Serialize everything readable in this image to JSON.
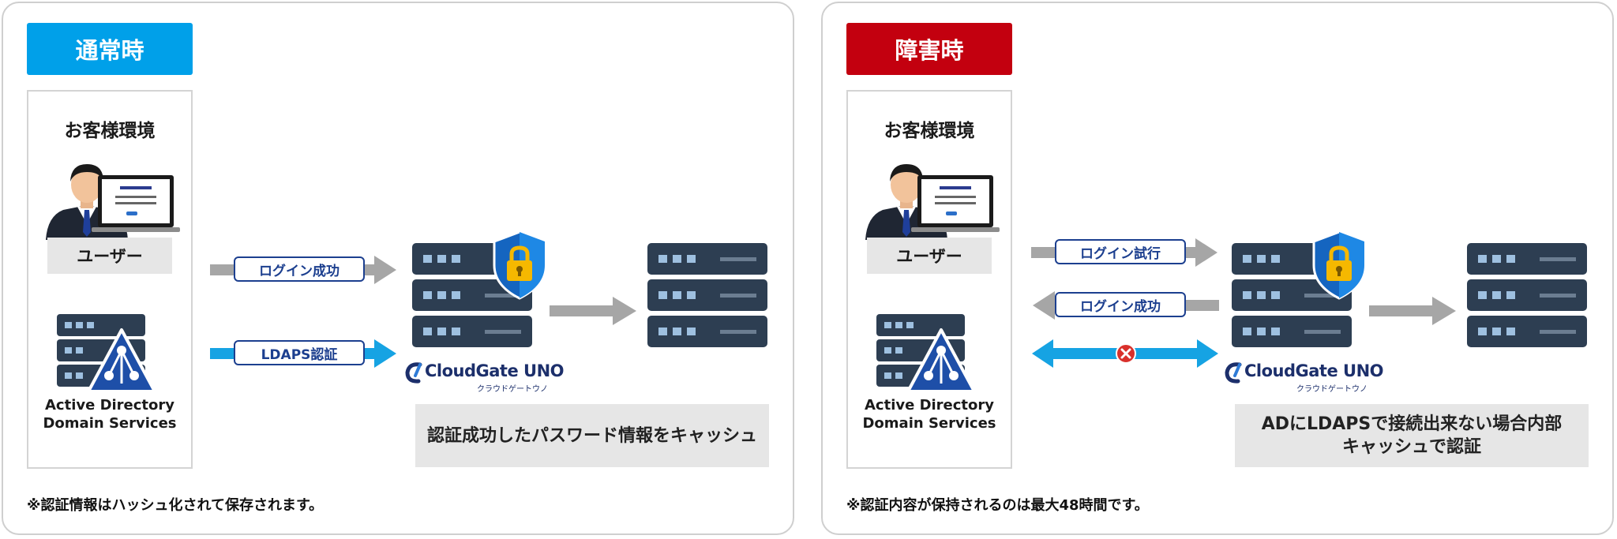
{
  "normal": {
    "header": "通常時",
    "environment_title": "お客様環境",
    "user_label": "ユーザー",
    "ad_label_line1": "Active Directory",
    "ad_label_line2": "Domain Services",
    "arrow_login": "ログイン成功",
    "arrow_ldaps": "LDAPS認証",
    "caption": "認証成功したパスワード情報をキャッシュ",
    "note": "※認証情報はハッシュ化されて保存されます。"
  },
  "failure": {
    "header": "障害時",
    "environment_title": "お客様環境",
    "user_label": "ユーザー",
    "ad_label_line1": "Active Directory",
    "ad_label_line2": "Domain Services",
    "arrow_login_try": "ログイン試行",
    "arrow_login_success": "ログイン成功",
    "caption_line1": "ADにLDAPSで接続出来ない場合内部",
    "caption_line2": "キャッシュで認証",
    "note": "※認証内容が保持されるのは最大48時間です。"
  },
  "logo": {
    "name": "CloudGate UNO",
    "kana": "クラウドゲートウノ"
  },
  "colors": {
    "blue_accent": "#00a0e9",
    "red_accent": "#c3000f",
    "navy": "#1c3f8f",
    "server_dark": "#2d3e52",
    "arrow_gray": "#a6a6a6"
  }
}
